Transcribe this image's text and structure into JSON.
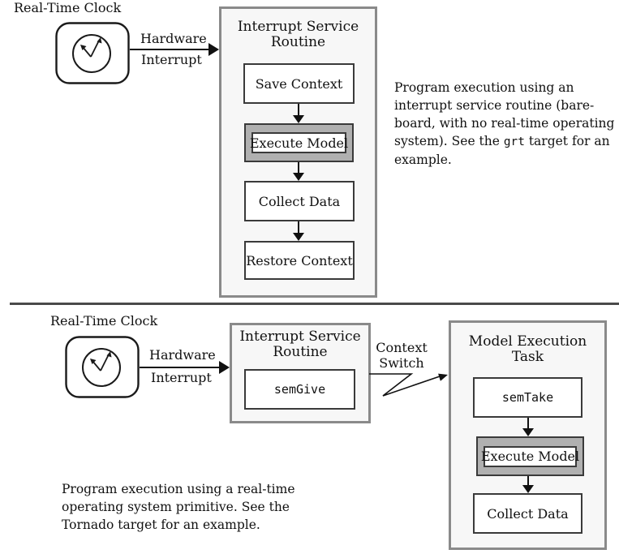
{
  "colors": {
    "container_border": "#8a8a8a",
    "container_fill": "#f7f7f7",
    "box_border": "#3a3a3a",
    "highlight_fill": "#b0b0b0",
    "divider": "#4a4a4a",
    "arrow": "#111111"
  },
  "top_diagram": {
    "clock_label": "Real-Time Clock",
    "interrupt_label_line1": "Hardware",
    "interrupt_label_line2": "Interrupt",
    "isr_container": {
      "title_line1": "Interrupt Service",
      "title_line2": "Routine",
      "steps": [
        "Save Context",
        "Execute Model",
        "Collect Data",
        "Restore Context"
      ]
    },
    "caption": {
      "lines": [
        [
          {
            "t": "Program execution using an"
          }
        ],
        [
          {
            "t": "interrupt service routine (bare-"
          }
        ],
        [
          {
            "t": "board, with no real-time operating"
          }
        ],
        [
          {
            "t": "system). See the "
          },
          {
            "t": "grt",
            "mono": true
          },
          {
            "t": " target for an"
          }
        ],
        [
          {
            "t": "example."
          }
        ]
      ]
    }
  },
  "bottom_diagram": {
    "clock_label": "Real-Time Clock",
    "interrupt_label_line1": "Hardware",
    "interrupt_label_line2": "Interrupt",
    "isr_container": {
      "title_line1": "Interrupt Service",
      "title_line2": "Routine",
      "code_step": "semGive"
    },
    "context_switch_line1": "Context",
    "context_switch_line2": "Switch",
    "task_container": {
      "title_line1": "Model Execution",
      "title_line2": "Task",
      "code_step": "semTake",
      "highlight_step": "Execute Model",
      "last_step": "Collect Data"
    },
    "caption": {
      "lines": [
        [
          {
            "t": "Program execution using a real-time"
          }
        ],
        [
          {
            "t": "operating system primitive. See the"
          }
        ],
        [
          {
            "t": "Tornado target for an example."
          }
        ]
      ]
    }
  }
}
